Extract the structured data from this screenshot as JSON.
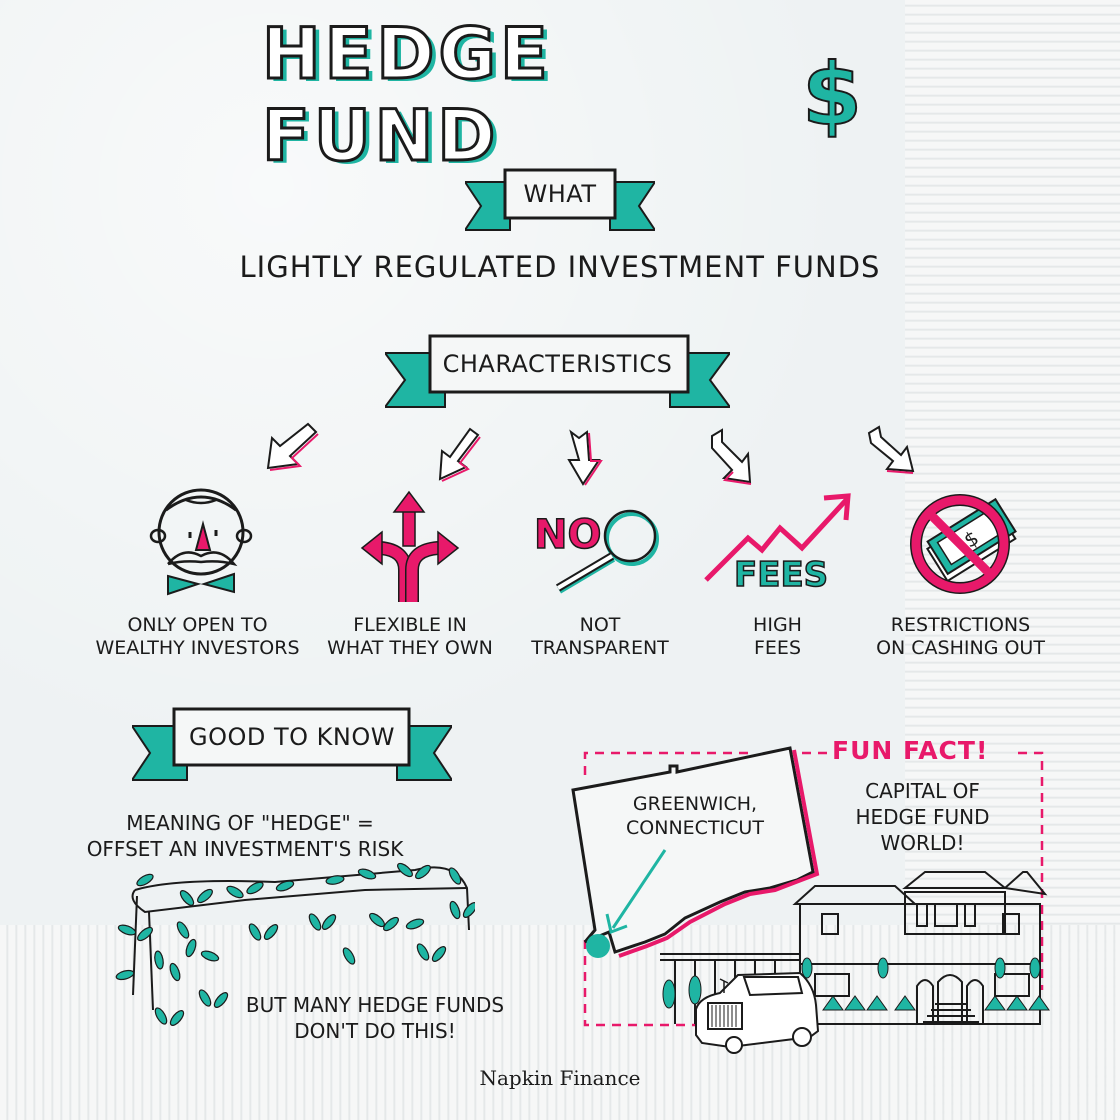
{
  "title": {
    "text": "HEDGE FUND",
    "dollar_glyph": "$"
  },
  "sections": {
    "what": {
      "banner_label": "WHAT",
      "definition": "LIGHTLY REGULATED INVESTMENT FUNDS"
    },
    "characteristics": {
      "banner_label": "CHARACTERISTICS",
      "items": [
        {
          "icon": "wealthy-man-icon",
          "line1": "ONLY OPEN TO",
          "line2": "WEALTHY INVESTORS"
        },
        {
          "icon": "three-way-arrows-icon",
          "line1": "FLEXIBLE IN",
          "line2": "WHAT THEY OWN"
        },
        {
          "icon": "no-magnifier-icon",
          "icon_text": "NO",
          "line1": "NOT",
          "line2": "TRANSPARENT"
        },
        {
          "icon": "rising-fees-icon",
          "icon_text": "FEES",
          "line1": "HIGH",
          "line2": "FEES"
        },
        {
          "icon": "no-cash-icon",
          "icon_text": "$",
          "line1": "RESTRICTIONS",
          "line2": "ON CASHING OUT"
        }
      ]
    },
    "good_to_know": {
      "banner_label": "GOOD TO KNOW",
      "meaning_line1": "MEANING OF \"HEDGE\" =",
      "meaning_line2": "OFFSET AN INVESTMENT'S RISK",
      "caveat_line1": "BUT MANY HEDGE FUNDS",
      "caveat_line2": "DON'T DO THIS!"
    },
    "fun_fact": {
      "heading": "FUN FACT!",
      "location_line1": "GREENWICH,",
      "location_line2": "CONNECTICUT",
      "fact_line1": "CAPITAL OF",
      "fact_line2": "HEDGE FUND",
      "fact_line3": "WORLD!"
    }
  },
  "footer": {
    "brand": "Napkin Finance"
  },
  "colors": {
    "teal": "#1fb5a3",
    "pink": "#e8196a",
    "ink": "#1b1b1b",
    "paper": "#eef2f3"
  }
}
